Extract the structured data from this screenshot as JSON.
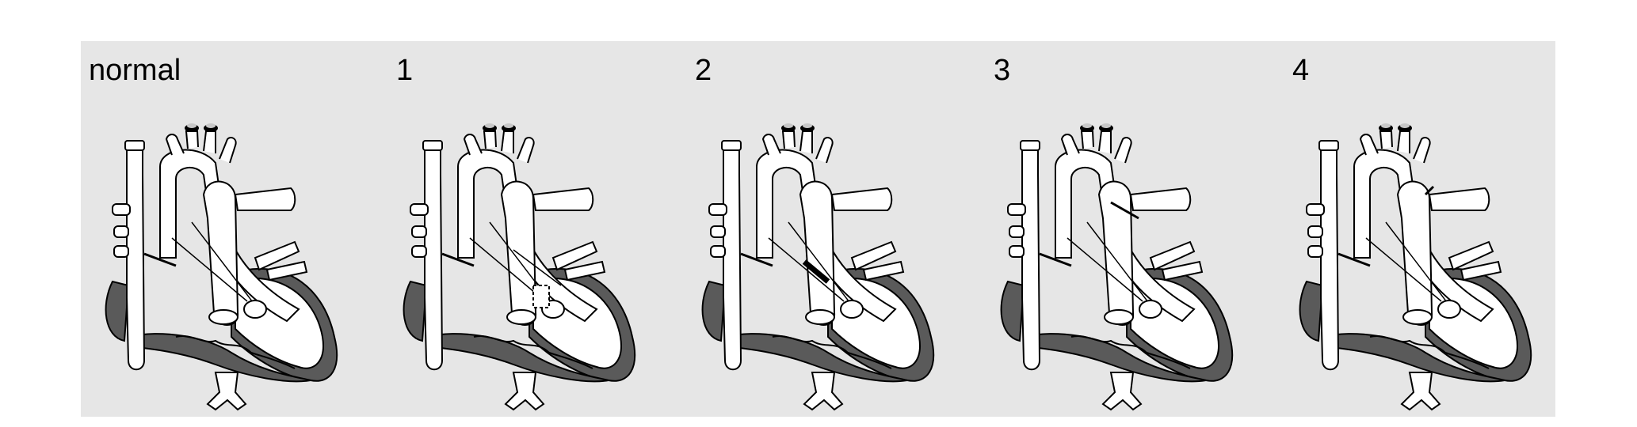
{
  "panels": [
    {
      "label": "normal",
      "variant": "normal"
    },
    {
      "label": "1",
      "variant": "1"
    },
    {
      "label": "2",
      "variant": "2"
    },
    {
      "label": "3",
      "variant": "3"
    },
    {
      "label": "4",
      "variant": "4"
    }
  ],
  "colors": {
    "background": "#e6e6e6",
    "outline": "#000000",
    "fill": "#ffffff",
    "muscle": "#5a5a5a",
    "light_gray": "#c8c8c8"
  }
}
